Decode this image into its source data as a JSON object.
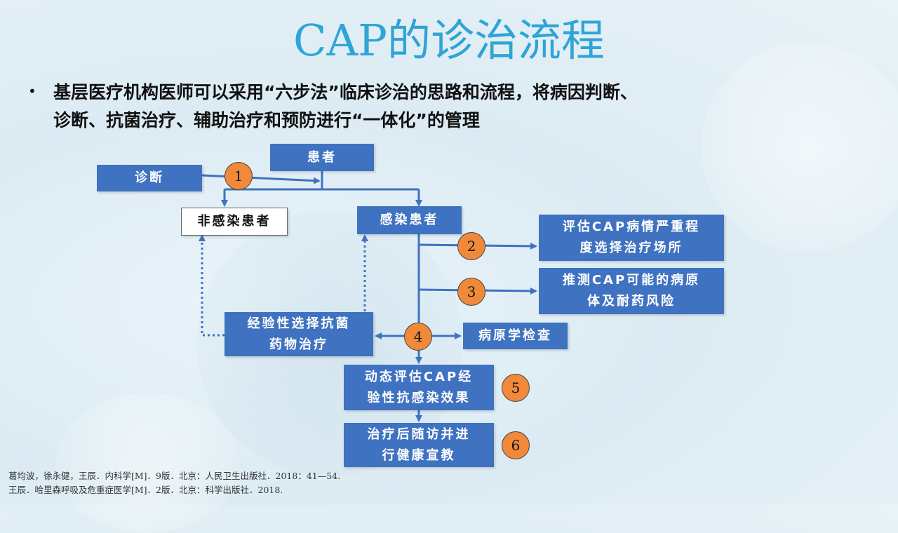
{
  "title": "CAP的诊治流程",
  "bullet": {
    "line1": "基层医疗机构医师可以采用“六步法”临床诊治的思路和流程，将病因判断、",
    "line2": "诊断、抗菌治疗、辅助治疗和预防进行“一体化”的管理"
  },
  "flow": {
    "patient": "患者",
    "diagnosis": "诊断",
    "non_infected": "非感染患者",
    "infected": "感染患者",
    "assess_line1": "评估CAP病情严重程",
    "assess_line2": "度选择治疗场所",
    "infer_line1": "推测CAP可能的病原",
    "infer_line2": "体及耐药风险",
    "empiric_line1": "经验性选择抗菌",
    "empiric_line2": "药物治疗",
    "pathogen_test": "病原学检查",
    "dynamic_line1": "动态评估CAP经",
    "dynamic_line2": "验性抗感染效果",
    "followup_line1": "治疗后随访并进",
    "followup_line2": "行健康宣教"
  },
  "steps": [
    "1",
    "2",
    "3",
    "4",
    "5",
    "6"
  ],
  "references": [
    "葛均波，徐永健，王辰．内科学[M]．9版．北京：人民卫生出版社．2018：41—54.",
    "王辰．哈里森呼吸及危重症医学[M]．2版．北京：科学出版社．2018."
  ],
  "colors": {
    "title": "#2fa4d6",
    "box": "#3f72c0",
    "step": "#f08a3a",
    "arrow": "#3f72c0"
  }
}
